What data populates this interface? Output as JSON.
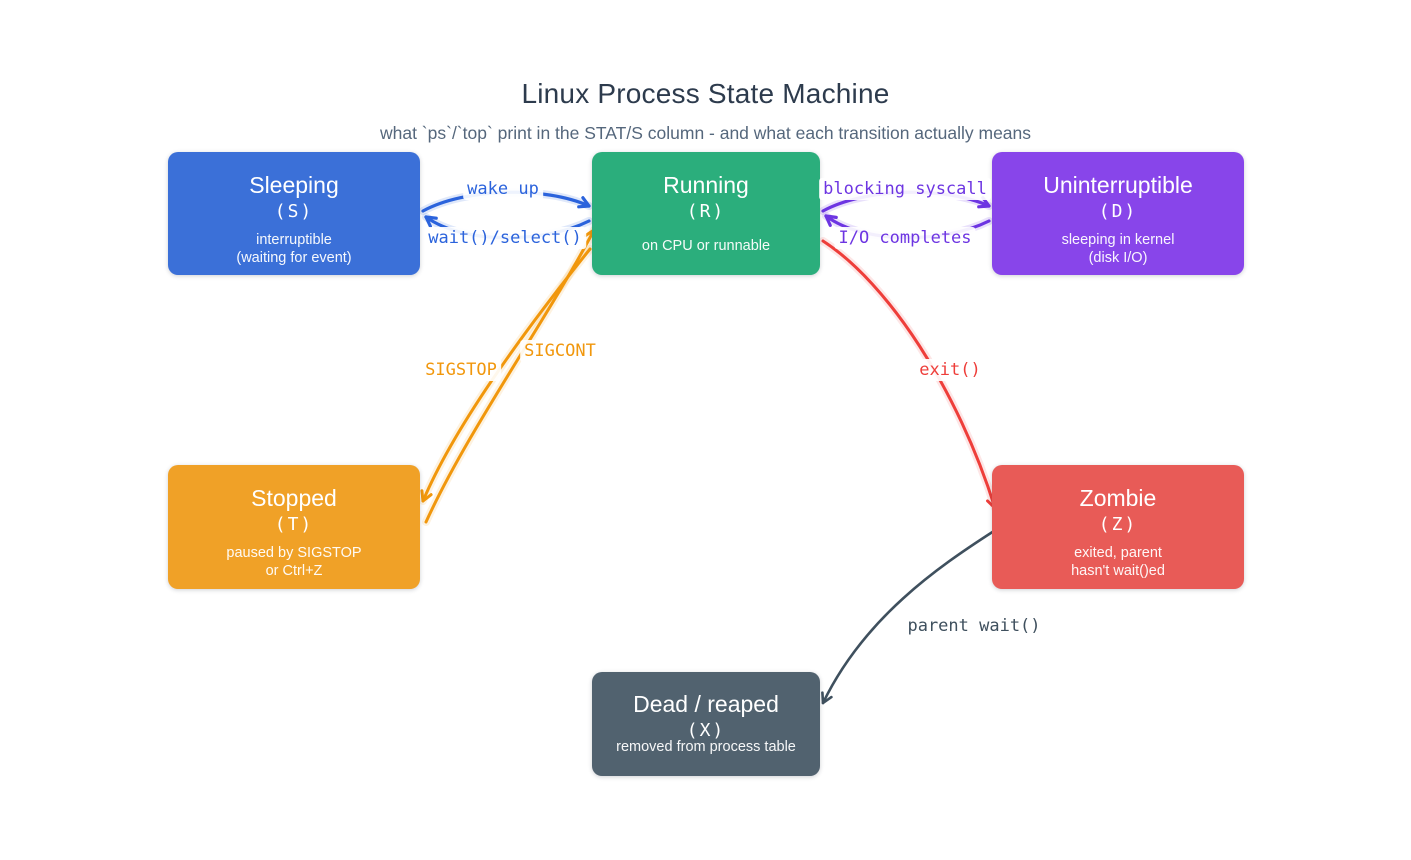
{
  "title": "Linux Process State Machine",
  "subtitle": "what `ps`/`top` print in the STAT/S column - and what each transition actually means",
  "colors": {
    "background": "#ffffff",
    "title_text": "#2d3b4d",
    "subtitle_text": "#55677c"
  },
  "states": {
    "sleeping": {
      "name": "Sleeping",
      "code": "(S)",
      "desc": [
        "interruptible",
        "(waiting for event)"
      ],
      "color": "#3b70d8"
    },
    "running": {
      "name": "Running",
      "code": "(R)",
      "desc": [
        "on CPU or runnable"
      ],
      "color": "#2bae7c"
    },
    "uninterruptible": {
      "name": "Uninterruptible",
      "code": "(D)",
      "desc": [
        "sleeping in kernel",
        "(disk I/O)"
      ],
      "color": "#8845ea"
    },
    "stopped": {
      "name": "Stopped",
      "code": "(T)",
      "desc": [
        "paused by SIGSTOP",
        "or Ctrl+Z"
      ],
      "color": "#f0a127"
    },
    "zombie": {
      "name": "Zombie",
      "code": "(Z)",
      "desc": [
        "exited, parent",
        "hasn't wait()ed"
      ],
      "color": "#e85b57"
    },
    "dead": {
      "name": "Dead / reaped",
      "code": "(X)",
      "desc": [
        "removed from process table"
      ],
      "color": "#51626f"
    }
  },
  "transitions": {
    "wake_up": {
      "label": "wake up",
      "from": "sleeping",
      "to": "running",
      "color": "#2b63dc"
    },
    "wait_select": {
      "label": "wait()/select()",
      "from": "running",
      "to": "sleeping",
      "color": "#2b63dc"
    },
    "blocking_syscall": {
      "label": "blocking syscall",
      "from": "running",
      "to": "uninterruptible",
      "color": "#6d35e2"
    },
    "io_completes": {
      "label": "I/O completes",
      "from": "uninterruptible",
      "to": "running",
      "color": "#6d35e2"
    },
    "sigstop": {
      "label": "SIGSTOP",
      "from": "running",
      "to": "stopped",
      "color": "#f1970c"
    },
    "sigcont": {
      "label": "SIGCONT",
      "from": "stopped",
      "to": "running",
      "color": "#f1970c"
    },
    "exit": {
      "label": "exit()",
      "from": "running",
      "to": "zombie",
      "color": "#ee3e3a"
    },
    "parent_wait": {
      "label": "parent wait()",
      "from": "zombie",
      "to": "dead",
      "color": "#3f505e"
    }
  }
}
